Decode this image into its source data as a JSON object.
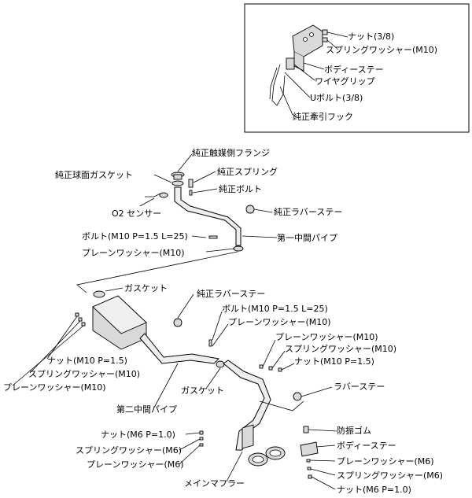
{
  "inset": {
    "labels": {
      "nut_38": "ナット(3/8)",
      "spring_washer_m10": "スプリングワッシャー(M10)",
      "body_stay": "ボディーステー",
      "wire_grip": "ワイヤグリップ",
      "u_bolt_38": "Uボルト(3/8)",
      "oem_tow_hook": "純正牽引フック"
    }
  },
  "front": {
    "labels": {
      "oem_cat_flange": "純正触媒側フランジ",
      "oem_ball_gasket": "純正球面ガスケット",
      "oem_spring": "純正スプリング",
      "oem_bolt": "純正ボルト",
      "o2_sensor": "O2 センサー",
      "oem_rubber_stay": "純正ラバーステー",
      "bolt_m10": "ボルト(M10 P=1.5 L=25)",
      "first_mid_pipe": "第一中間パイプ",
      "plain_washer_m10": "プレーンワッシャー(M10)"
    }
  },
  "middle": {
    "labels": {
      "gasket_top": "ガスケット",
      "oem_rubber_stay": "純正ラバーステー",
      "bolt_m10": "ボルト(M10 P=1.5 L=25)",
      "plain_washer_m10_right": "プレーンワッシャー(M10)",
      "plain_washer_m10_mid": "プレーンワッシャー(M10)",
      "spring_washer_m10_mid": "スプリングワッシャー(M10)",
      "nut_m10_mid": "ナット(M10 P=1.5)",
      "nut_m10_left": "ナット(M10 P=1.5)",
      "spring_washer_m10_left": "スプリングワッシャー(M10)",
      "plain_washer_m10_left": "プレーンワッシャー(M10)",
      "gasket_bottom": "ガスケット",
      "rubber_stay": "ラバーステー",
      "second_mid_pipe": "第二中間パイプ"
    }
  },
  "rear": {
    "labels": {
      "nut_m6_left": "ナット(M6 P=1.0)",
      "spring_washer_m6_left": "スプリングワッシャー(M6)",
      "plain_washer_m6_left": "プレーンワッシャー(M6)",
      "main_muffler": "メインマフラー",
      "anti_vibration_rubber": "防振ゴム",
      "body_stay": "ボディーステー",
      "plain_washer_m6_right": "プレーンワッシャー(M6)",
      "spring_washer_m6_right": "スプリングワッシャー(M6)",
      "nut_m6_right": "ナット(M6 P=1.0)"
    }
  }
}
